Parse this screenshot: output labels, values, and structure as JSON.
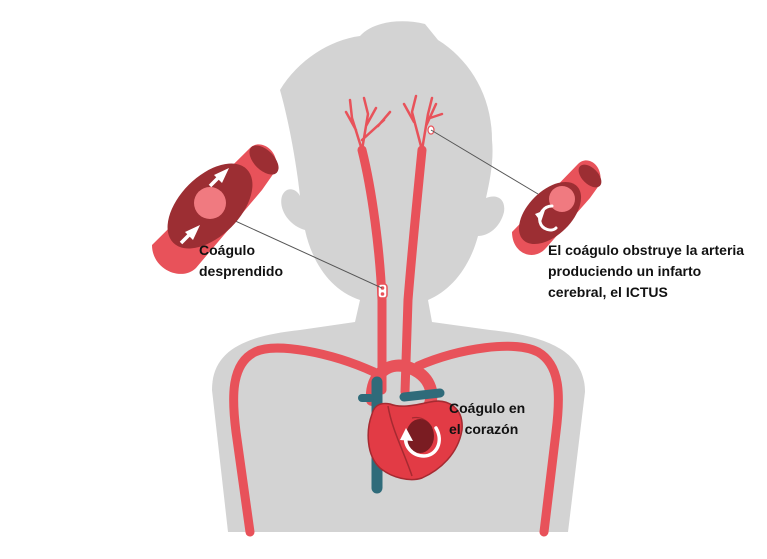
{
  "labels": {
    "detached_clot": [
      "Coágulo",
      "desprendido"
    ],
    "heart_clot": [
      "Coágulo en",
      "el corazón"
    ],
    "obstruction": [
      "El coágulo obstruye la arteria",
      "produciendo un infarto",
      "cerebral, el ICTUS"
    ]
  },
  "colors": {
    "body": "#d3d3d3",
    "artery": "#e8525a",
    "artery_dark": "#9c2e33",
    "clot": "#f07a80",
    "vein": "#2f6b7a",
    "heart": "#e23b45",
    "arrow": "#ffffff"
  }
}
